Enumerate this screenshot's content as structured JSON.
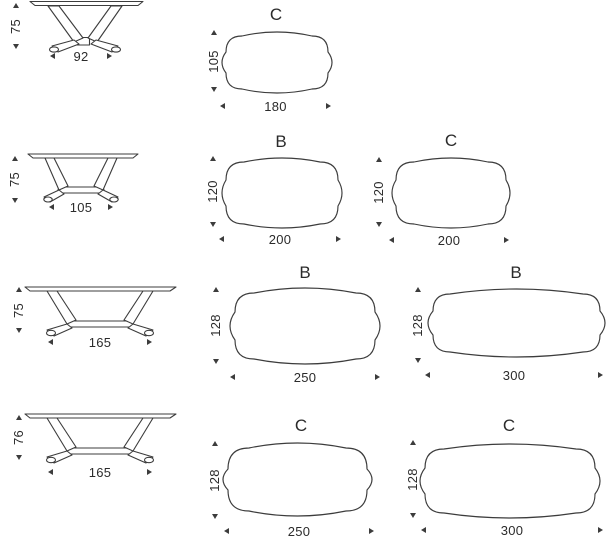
{
  "page": {
    "background_color": "#ffffff",
    "line_color": "#3c3c3c",
    "text_color": "#2b2b2b",
    "description": "Table dimension spec sheet: four front elevations with matching top-view shapes"
  },
  "rows": [
    {
      "front": {
        "height": "75",
        "base_width": "92"
      },
      "tops": [
        {
          "shape": "C",
          "depth": "105",
          "width": "180"
        }
      ]
    },
    {
      "front": {
        "height": "75",
        "base_width": "105"
      },
      "tops": [
        {
          "shape": "B",
          "depth": "120",
          "width": "200"
        },
        {
          "shape": "C",
          "depth": "120",
          "width": "200"
        }
      ]
    },
    {
      "front": {
        "height": "75",
        "base_width": "165"
      },
      "tops": [
        {
          "shape": "B",
          "depth": "128",
          "width": "250"
        },
        {
          "shape": "B",
          "depth": "128",
          "width": "300"
        }
      ]
    },
    {
      "front": {
        "height": "76",
        "base_width": "165"
      },
      "tops": [
        {
          "shape": "C",
          "depth": "128",
          "width": "250"
        },
        {
          "shape": "C",
          "depth": "128",
          "width": "300"
        }
      ]
    }
  ]
}
